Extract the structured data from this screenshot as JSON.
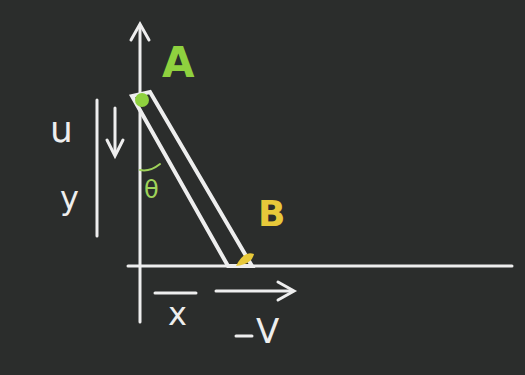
{
  "diagram": {
    "labels": [
      "A",
      "u",
      "θ",
      "y",
      "B",
      "x",
      "V"
    ]
  }
}
